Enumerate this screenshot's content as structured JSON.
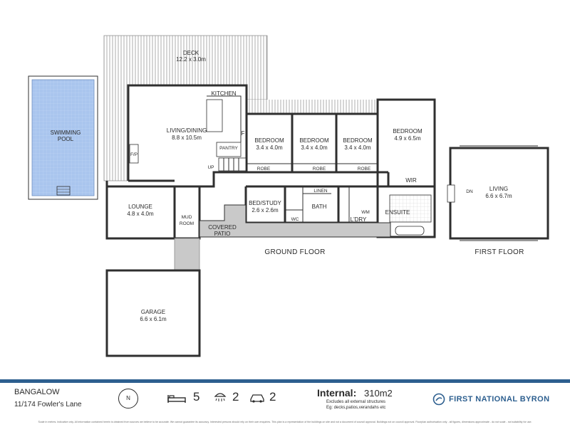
{
  "floors": {
    "ground": "GROUND FLOOR",
    "first": "FIRST FLOOR"
  },
  "rooms": {
    "deck": {
      "name": "DECK",
      "dims": "12.2 x 3.0m"
    },
    "pool": {
      "line1": "SWIMMING",
      "line2": "POOL"
    },
    "living_dining": {
      "name": "LIVING/DINING",
      "dims": "8.8 x 10.5m"
    },
    "kitchen": {
      "name": "KITCHEN"
    },
    "pantry": {
      "name": "PANTRY"
    },
    "fridge": {
      "name": "F"
    },
    "fp": {
      "name": "F/P"
    },
    "up": {
      "name": "UP"
    },
    "bedroom1": {
      "name": "BEDROOM",
      "dims": "3.4 x 4.0m"
    },
    "bedroom2": {
      "name": "BEDROOM",
      "dims": "3.4 x 4.0m"
    },
    "bedroom3": {
      "name": "BEDROOM",
      "dims": "3.4 x 4.0m"
    },
    "bedroom_master": {
      "name": "BEDROOM",
      "dims": "4.9 x 6.5m"
    },
    "robe1": {
      "name": "ROBE"
    },
    "robe2": {
      "name": "ROBE"
    },
    "robe3": {
      "name": "ROBE"
    },
    "wir": {
      "name": "WIR"
    },
    "lounge": {
      "name": "LOUNGE",
      "dims": "4.8 x 4.0m"
    },
    "mud_room": {
      "line1": "MUD",
      "line2": "ROOM"
    },
    "covered_patio": {
      "line1": "COVERED",
      "line2": "PATIO"
    },
    "bed_study": {
      "name": "BED/STUDY",
      "dims": "2.6 x 2.6m"
    },
    "linen": {
      "name": "LINEN"
    },
    "bath": {
      "name": "BATH"
    },
    "wc": {
      "name": "WC"
    },
    "ldry": {
      "name": "L'DRY"
    },
    "wm": {
      "name": "WM"
    },
    "ensuite": {
      "name": "ENSUITE"
    },
    "garage": {
      "name": "GARAGE",
      "dims": "6.6 x 6.1m"
    },
    "living_upper": {
      "name": "LIVING",
      "dims": "6.6 x 6.7m"
    },
    "dn": {
      "name": "DN"
    }
  },
  "footer": {
    "suburb": "BANGALOW",
    "address": "11/174 Fowler's Lane",
    "compass": "N",
    "beds": "5",
    "baths": "2",
    "cars": "2",
    "internal_label": "Internal:",
    "internal_value": "310m2",
    "excludes_line1": "Excludes all external structures",
    "excludes_line2": "Eg: decks,patios,verandahs etc",
    "brand": "FIRST NATIONAL BYRON",
    "disclaimer": "Scale in metres. Indicative only. All information contained herein is obtained from sources we believe to be accurate. We cannot guarantee its accuracy. Interested persons should rely on their own enquiries. This plan is a representation of the buildings on site and not a document of council approval. Buildings not on council approval. Floorplan authorisation only - all figures, dimensions approximate - do not scale - not suitability for use."
  },
  "colors": {
    "wall": "#2f2f2f",
    "pool_fill": "#a9c5ee",
    "patio_fill": "#c9c9c9",
    "footer_bar": "#2d5f8f",
    "brand_blue": "#2d5f8f"
  }
}
